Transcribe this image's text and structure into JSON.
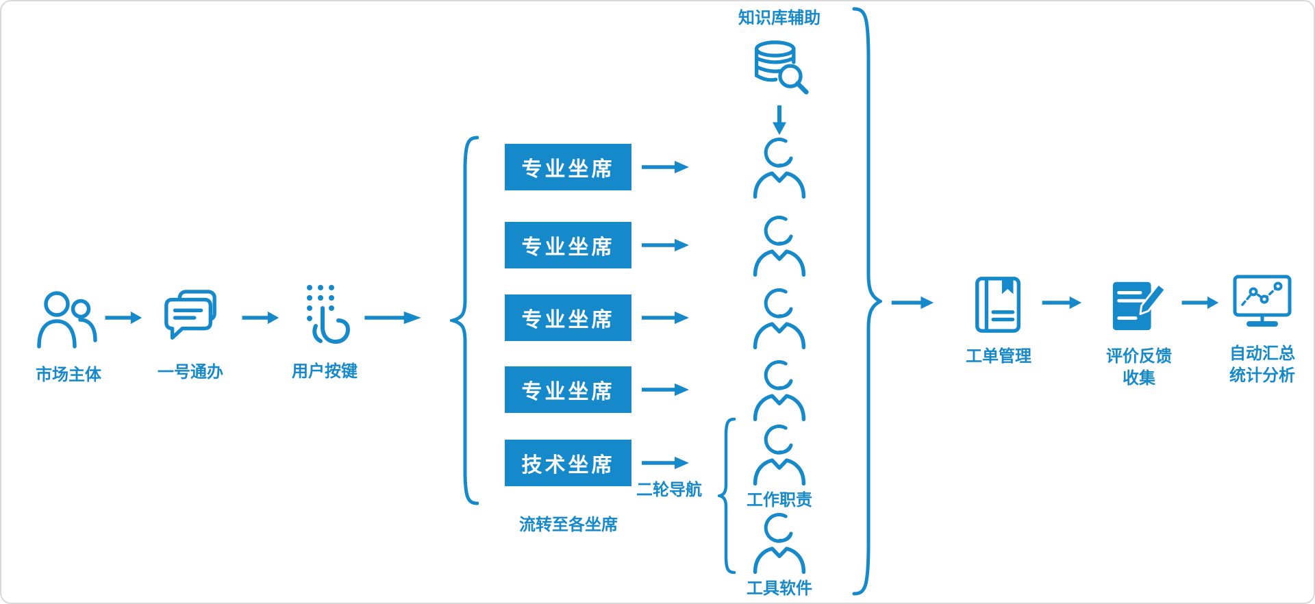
{
  "theme": {
    "accent": "#1689cb",
    "seat_box_fill": "#1689cb",
    "seat_box_text": "#ffffff",
    "background": "#ffffff",
    "frame_border": "#d9d9d9"
  },
  "flow": {
    "market_label": "市场主体",
    "hotline_label": "一号通办",
    "keypad_label": "用户按键",
    "seats": [
      {
        "label": "专业坐席"
      },
      {
        "label": "专业坐席"
      },
      {
        "label": "专业坐席"
      },
      {
        "label": "专业坐席"
      },
      {
        "label": "技术坐席"
      }
    ],
    "route_label": "流转至各坐席",
    "second_nav_label": "二轮导航",
    "kb_label": "知识库辅助",
    "agent_duty_label": "工作职责",
    "agent_tools_label": "工具软件",
    "work_order_label": "工单管理",
    "feedback_label_line1": "评价反馈",
    "feedback_label_line2": "收集",
    "summary_label_line1": "自动汇总",
    "summary_label_line2": "统计分析"
  },
  "icons": {
    "market": "two-users-icon",
    "hotline": "chat-bubbles-icon",
    "keypad": "dial-pad-hand-icon",
    "knowledge_base": "database-search-icon",
    "agent": "support-agent-headset-icon",
    "work_order": "work-order-book-icon",
    "feedback": "document-pencil-icon",
    "summary": "monitor-chart-icon",
    "connector_right": "arrow-right-icon",
    "connector_down": "arrow-down-icon"
  }
}
